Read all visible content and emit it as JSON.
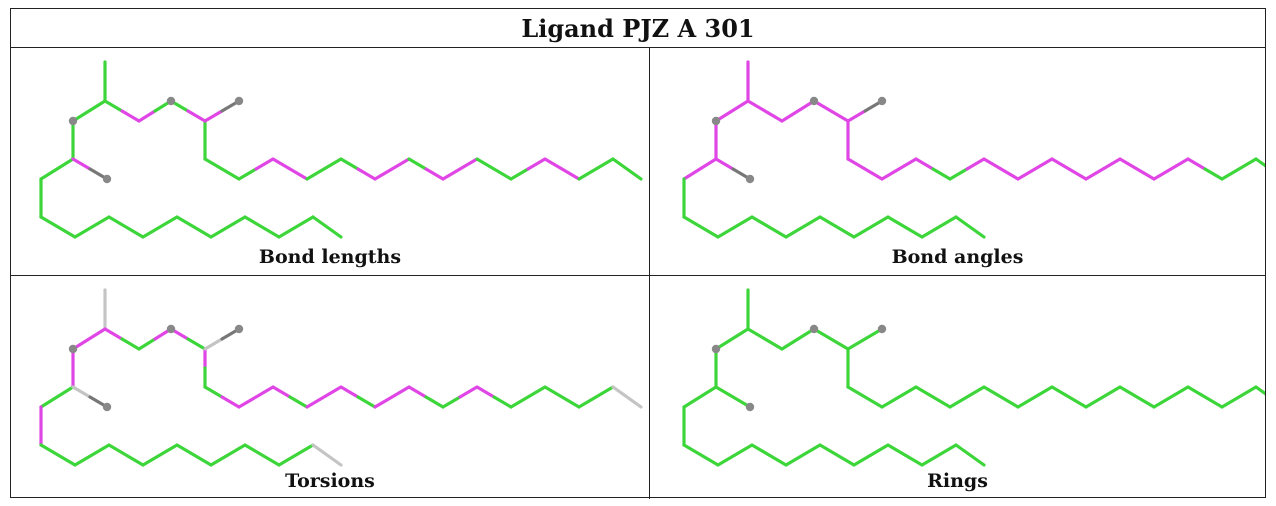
{
  "title": "Ligand PJZ A 301",
  "colors": {
    "ok": "#3dd63a",
    "outlier": "#e046e6",
    "none": "#c4c4c4",
    "atom": "#888888",
    "dark_stub": "#777777"
  },
  "panels": [
    {
      "id": "bond-lengths",
      "caption": "Bond lengths",
      "scheme": "lengths"
    },
    {
      "id": "bond-angles",
      "caption": "Bond angles",
      "scheme": "angles"
    },
    {
      "id": "torsions",
      "caption": "Torsions",
      "scheme": "torsions"
    },
    {
      "id": "rings",
      "caption": "Rings",
      "scheme": "rings"
    }
  ]
}
